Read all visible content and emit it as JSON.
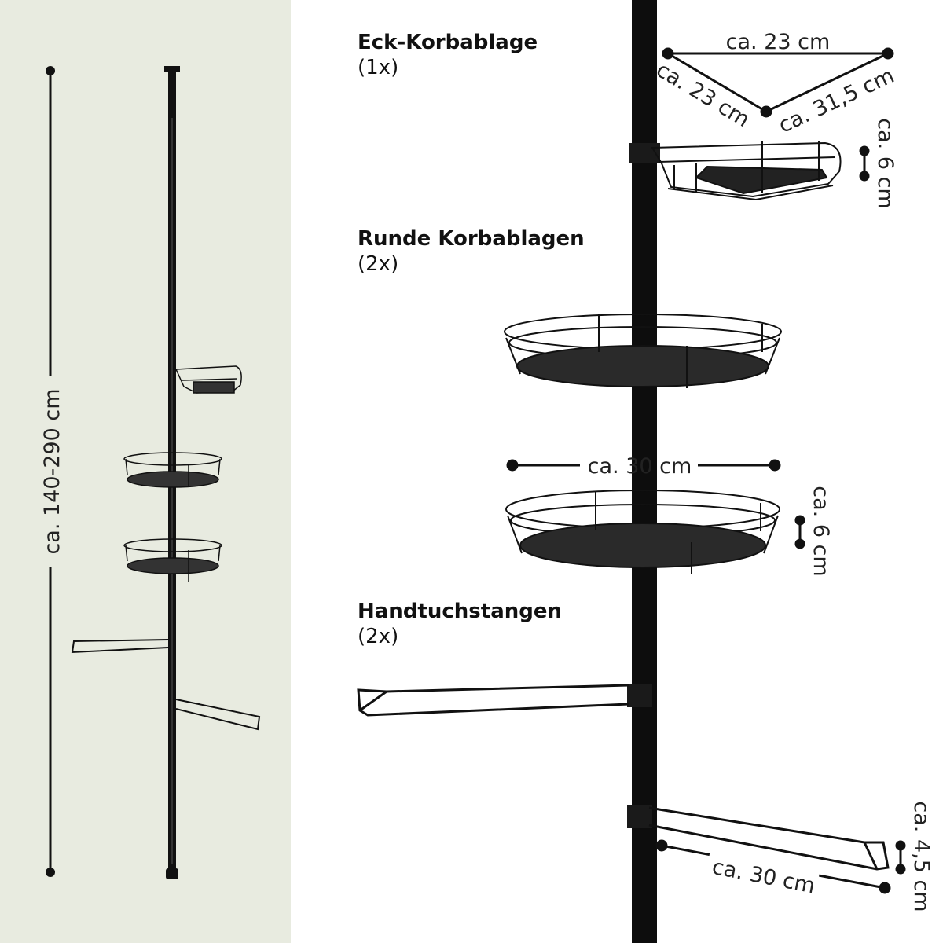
{
  "sections": {
    "corner": {
      "title": "Eck-Korbablage",
      "count": "(1x)"
    },
    "round": {
      "title": "Runde Korbablagen",
      "count": "(2x)"
    },
    "towel": {
      "title": "Handtuchstangen",
      "count": "(2x)"
    }
  },
  "dimensions": {
    "total_height": "ca. 140-290 cm",
    "corner_width": "ca. 23 cm",
    "corner_side_a": "ca. 23 cm",
    "corner_side_b": "ca. 31,5 cm",
    "corner_depth": "ca. 6 cm",
    "round_diameter": "ca. 30 cm",
    "round_depth": "ca. 6 cm",
    "towel_length": "ca. 30 cm",
    "towel_height": "ca. 4,5 cm"
  },
  "colors": {
    "panel_bg": "#e8ebe0",
    "product": "#111111"
  }
}
